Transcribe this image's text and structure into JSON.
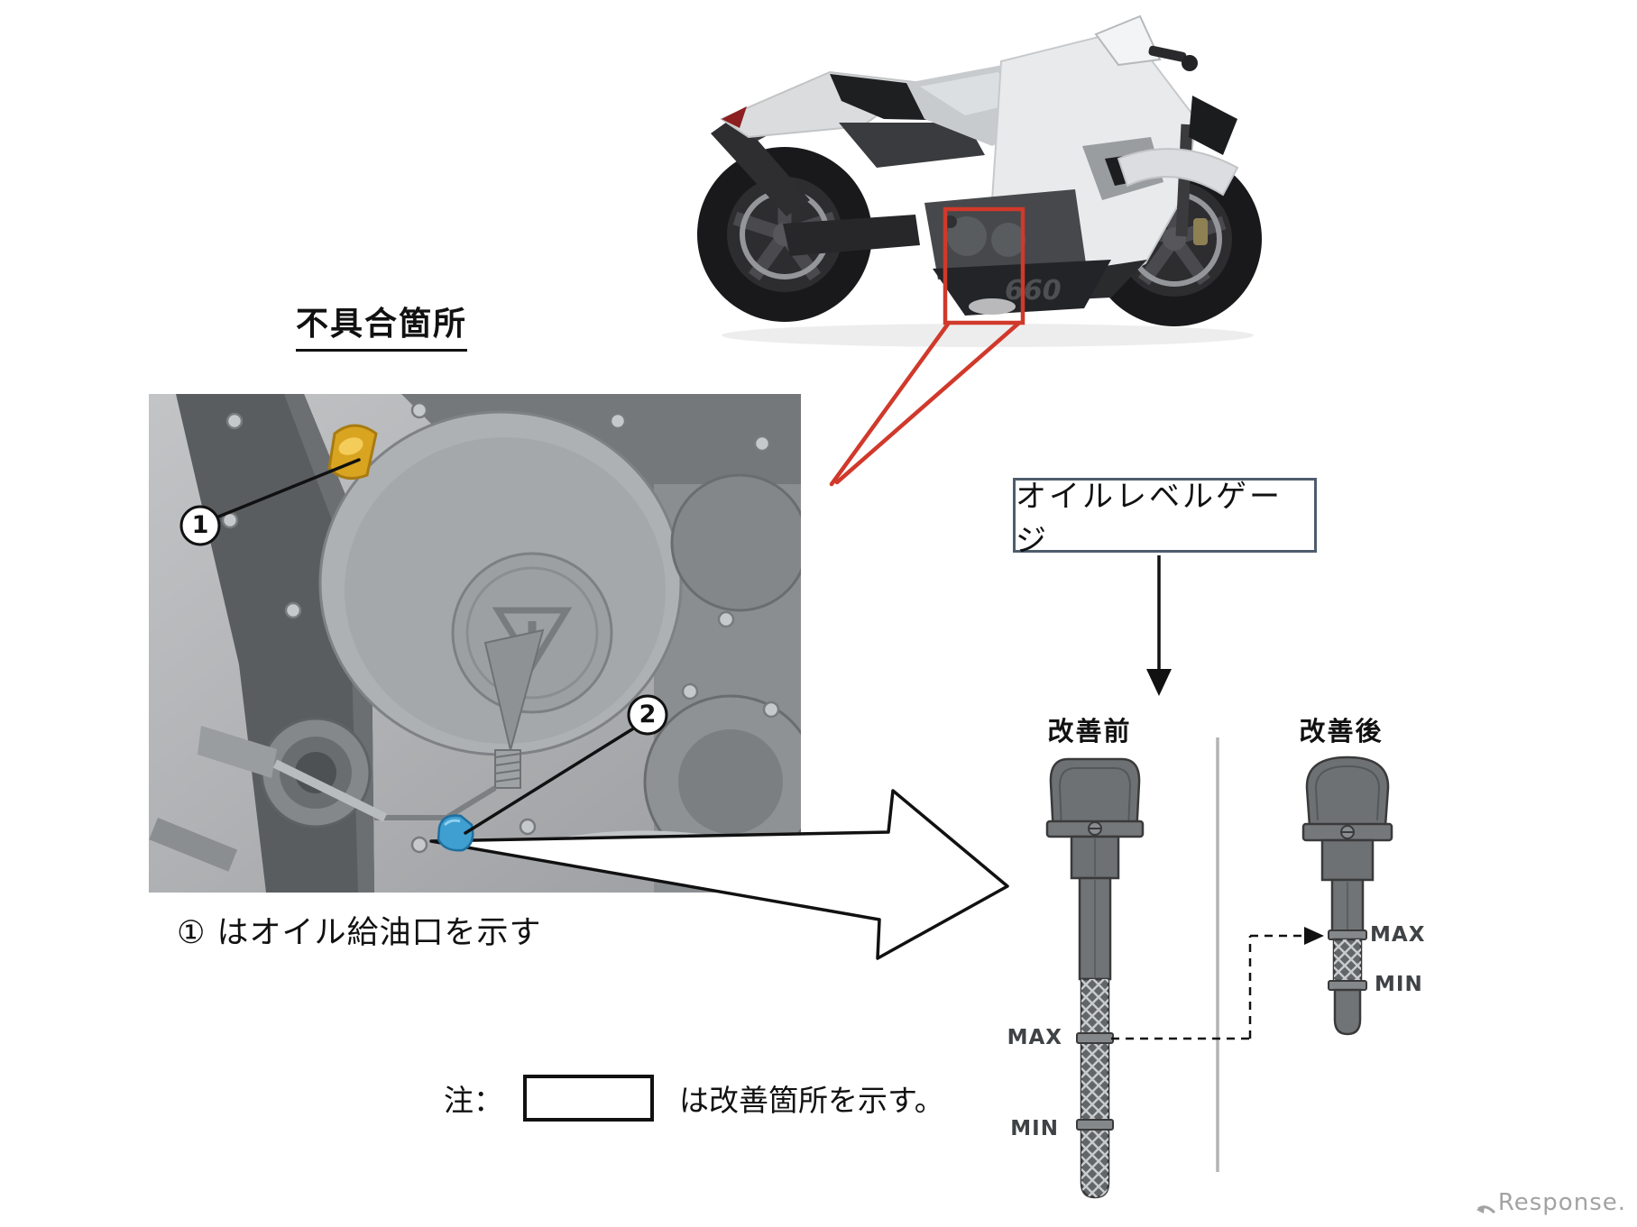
{
  "title": {
    "text": "不具合箇所"
  },
  "engine_figure": {
    "callout_1": "1",
    "callout_2": "2",
    "caption": "① はオイル給油口を示す"
  },
  "bike": {
    "model_graphic": "660"
  },
  "gauge_label": {
    "text": "オイルレベルゲージ"
  },
  "comparison": {
    "before_label": "改善前",
    "after_label": "改善後",
    "before_max": "MAX",
    "before_min": "MIN",
    "after_max": "MAX",
    "after_min": "MIN"
  },
  "note": {
    "prefix": "注：",
    "suffix": "は改善箇所を示す。"
  },
  "watermark": {
    "text": "Response."
  },
  "colors": {
    "highlight_red": "#d0392b",
    "label_box_border": "#4e5d6c",
    "gold_cap": "#d9a41f",
    "blue_part": "#3f9fd0",
    "divider_gray": "#b3b3b3",
    "watermark_gray": "#a3a3a3"
  }
}
